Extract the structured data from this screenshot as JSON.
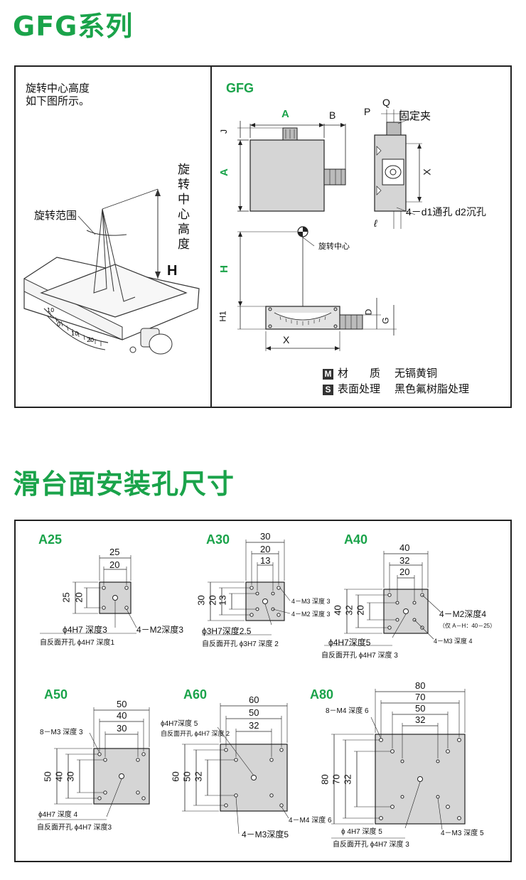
{
  "section1": {
    "title": "GFG系列",
    "left_note": "旋转中心高度\n如下图所示。",
    "rotation_range_label": "旋转范围",
    "center_height_label": "旋转中心高度",
    "h_label": "H",
    "scale_ticks": [
      "10",
      "0",
      "10",
      "20"
    ],
    "model_label": "GFG",
    "dims_top": {
      "A": "A",
      "B": "B",
      "J": "J",
      "P": "P",
      "Q": "Q"
    },
    "fixing_clip_label": "固定夹",
    "holes_label": "4－d1通孔 d2沉孔",
    "x_label": "X",
    "l_label": "ℓ",
    "rot_center_label": "旋转中心",
    "dims_front": {
      "H": "H",
      "H1": "H1",
      "D": "D",
      "G": "G",
      "X": "X"
    },
    "material_badge": "M",
    "material_key": "材　　质",
    "material_value": "无镉黄铜",
    "surface_badge": "S",
    "surface_key": "表面处理",
    "surface_value": "黑色氟树脂处理"
  },
  "section2": {
    "title": "滑台面安装孔尺寸",
    "A25": {
      "name": "A25",
      "dims": [
        "25",
        "20",
        "25",
        "20"
      ],
      "hole1": "ϕ4H7 深度3",
      "tap": "4－M2深度3",
      "back": "自反面开孔 ϕ4H7 深度1"
    },
    "A30": {
      "name": "A30",
      "dims": [
        "30",
        "20",
        "13",
        "30",
        "20",
        "13"
      ],
      "tap1": "4－M3 深度 3",
      "tap2": "4－M2 深度 3",
      "hole1": "ϕ3H7深度2.5",
      "back": "自反面开孔 ϕ3H7 深度 2"
    },
    "A40": {
      "name": "A40",
      "dims": [
        "40",
        "32",
        "20",
        "40",
        "32",
        "20"
      ],
      "tap1": "4－M2深度4",
      "note": "（仅 A－H：40－25）",
      "tap2": "4－M3 深度 4",
      "hole1": "ϕ4H7深度5",
      "back": "自反面开孔 ϕ4H7 深度 3"
    },
    "A50": {
      "name": "A50",
      "dims": [
        "50",
        "40",
        "30",
        "50",
        "40",
        "30"
      ],
      "tap": "8－M3 深度 3",
      "hole1": "ϕ4H7 深度 4",
      "back": "自反面开孔 ϕ4H7 深度3"
    },
    "A60": {
      "name": "A60",
      "dims": [
        "60",
        "50",
        "32",
        "60",
        "50",
        "32"
      ],
      "hole1": "ϕ4H7深度 5",
      "back": "自反面开孔 ϕ4H7 深度 2",
      "tap1": "4－M4 深度 6",
      "tap2": "4－M3深度5"
    },
    "A80": {
      "name": "A80",
      "dims": [
        "80",
        "70",
        "50",
        "32",
        "80",
        "70",
        "32"
      ],
      "tap1": "8－M4 深度 6",
      "hole1": "ϕ 4H7 深度 5",
      "back": "自反面开孔 ϕ4H7 深度 3",
      "tap2": "4－M3 深度 5"
    }
  },
  "colors": {
    "accent": "#1aa34a",
    "plate": "#d9d9d9",
    "line": "#222222"
  }
}
